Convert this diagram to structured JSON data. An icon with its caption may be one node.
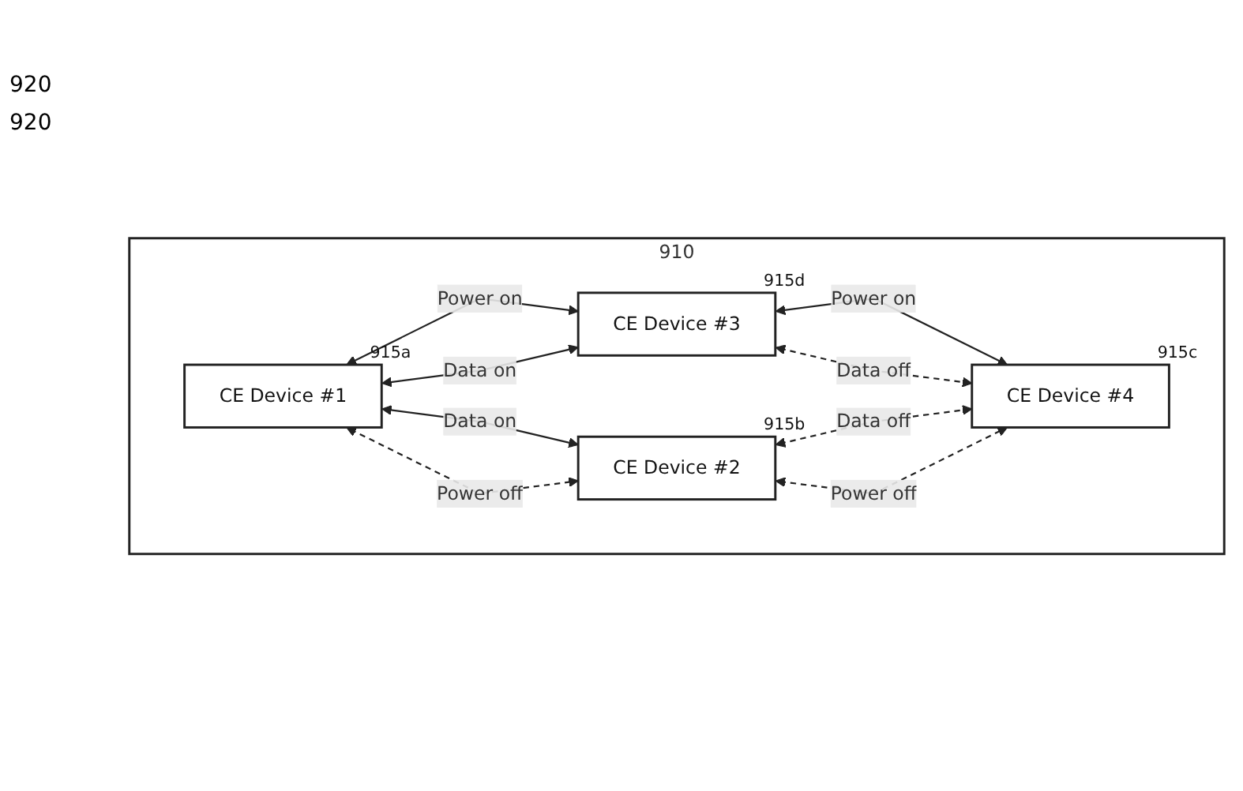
{
  "diagram": {
    "nodes": [
      {
        "text": [
          "910"
        ]
      },
      {
        "text": [
          "CE Device #1"
        ],
        "beside": [
          "915a"
        ],
        "in": 0
      },
      {
        "text": [
          "CE Device #3"
        ],
        "beside": [
          "915d"
        ],
        "in": 0
      },
      {
        "text": [
          "CE Device #2"
        ],
        "beside": [
          "915b"
        ],
        "in": 0
      },
      {
        "text": [
          "CE Device #4"
        ],
        "beside": [
          "915c"
        ],
        "in": 0
      }
    ],
    "edges": [
      {
        "from": 1,
        "to": 2,
        "arrow": "both",
        "label": "Power on"
      },
      {
        "from": 1,
        "to": 2,
        "arrow": "both",
        "label": "Data on"
      },
      {
        "from": 1,
        "to": 3,
        "arrow": "both",
        "label": "Data on"
      },
      {
        "from": 1,
        "to": 3,
        "arrow": "both",
        "label": "Power off",
        "style": "dashed"
      },
      {
        "from": 2,
        "to": 4,
        "arrow": "both",
        "label": "Power on"
      },
      {
        "from": 2,
        "to": 4,
        "arrow": "both",
        "label": "Data off",
        "style": "dashed"
      },
      {
        "from": 3,
        "to": 4,
        "arrow": "both",
        "label": "Data off",
        "style": "dashed"
      },
      {
        "from": 3,
        "to": 4,
        "arrow": "both",
        "label": "Power off",
        "style": "dashed"
      }
    ],
    "labels": [
      "920",
      "920"
    ]
  }
}
